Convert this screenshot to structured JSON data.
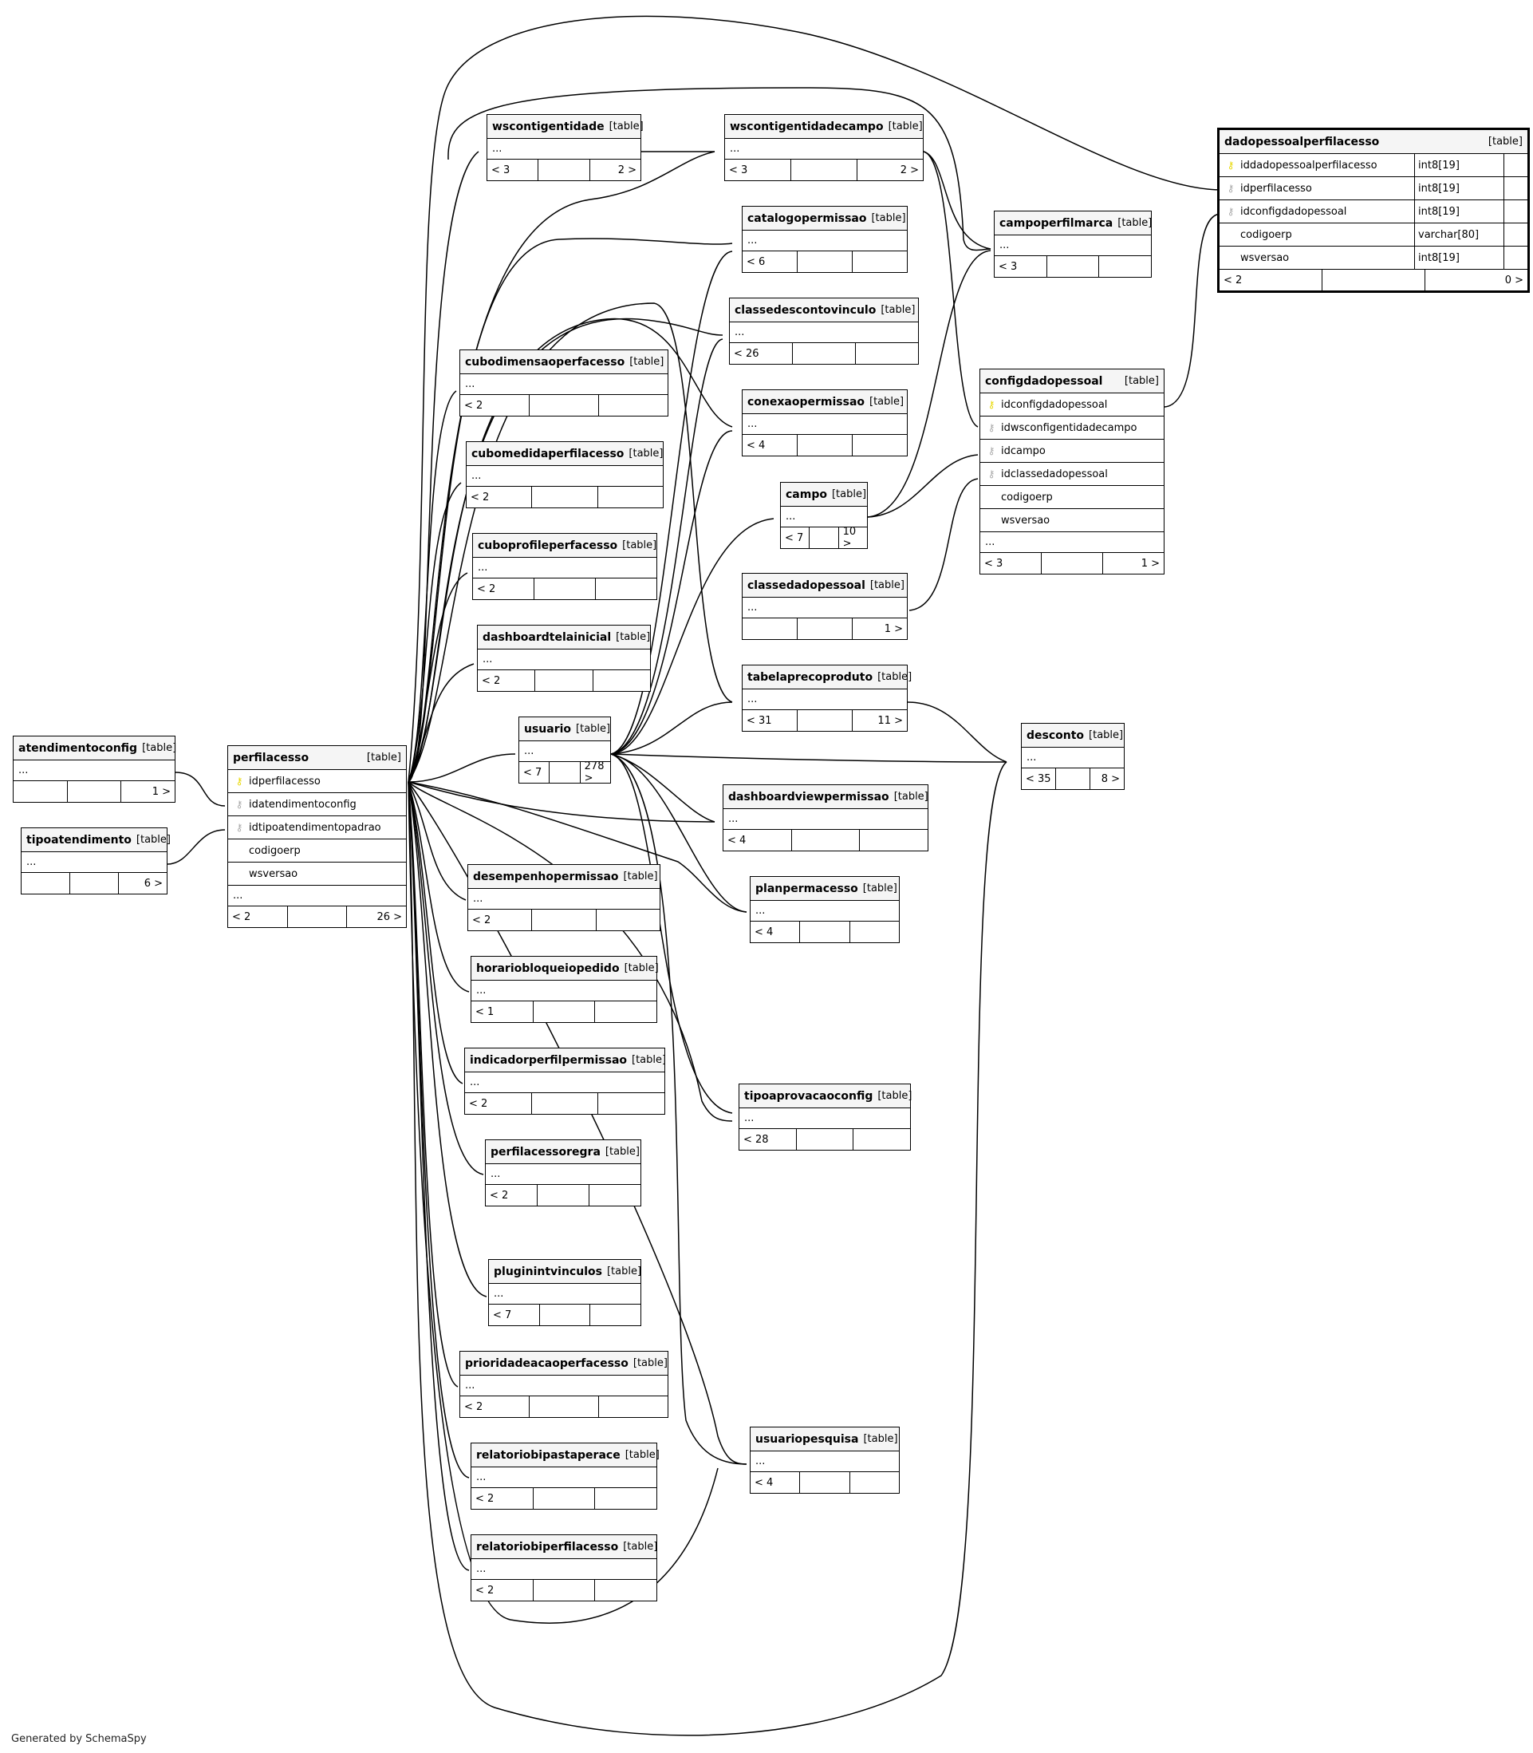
{
  "footer": "Generated by SchemaSpy",
  "tag": "[table]",
  "ellipsis": "...",
  "tables": [
    {
      "id": "atendimentoconfig",
      "name": "atendimentoconfig",
      "cols": [],
      "ell": true,
      "foot": [
        "",
        "",
        "1 >"
      ]
    },
    {
      "id": "tipoatendimento",
      "name": "tipoatendimento",
      "cols": [],
      "ell": true,
      "foot": [
        "",
        "",
        "6 >"
      ]
    },
    {
      "id": "perfilacesso",
      "name": "perfilacesso",
      "cols": [
        {
          "n": "idperfilacesso",
          "k": "pk"
        },
        {
          "n": "idatendimentoconfig",
          "k": "fk"
        },
        {
          "n": "idtipoatendimentopadrao",
          "k": "fk"
        },
        {
          "n": "codigoerp",
          "k": ""
        },
        {
          "n": "wsversao",
          "k": ""
        }
      ],
      "ell": true,
      "foot": [
        "< 2",
        "",
        "26 >"
      ]
    },
    {
      "id": "wscontigentidade",
      "name": "wscontigentidade",
      "cols": [],
      "ell": true,
      "foot": [
        "< 3",
        "",
        "2 >"
      ]
    },
    {
      "id": "wscontigentidadecampo",
      "name": "wscontigentidadecampo",
      "cols": [],
      "ell": true,
      "foot": [
        "< 3",
        "",
        "2 >"
      ]
    },
    {
      "id": "catalogopermissao",
      "name": "catalogopermissao",
      "cols": [],
      "ell": true,
      "foot": [
        "< 6",
        "",
        ""
      ]
    },
    {
      "id": "classedescontovinculo",
      "name": "classedescontovinculo",
      "cols": [],
      "ell": true,
      "foot": [
        "< 26",
        "",
        ""
      ]
    },
    {
      "id": "cubodimensaoperfacesso",
      "name": "cubodimensaoperfacesso",
      "cols": [],
      "ell": true,
      "foot": [
        "< 2",
        "",
        ""
      ]
    },
    {
      "id": "conexaopermissao",
      "name": "conexaopermissao",
      "cols": [],
      "ell": true,
      "foot": [
        "< 4",
        "",
        ""
      ]
    },
    {
      "id": "cubomedidaperfilacesso",
      "name": "cubomedidaperfilacesso",
      "cols": [],
      "ell": true,
      "foot": [
        "< 2",
        "",
        ""
      ]
    },
    {
      "id": "campo",
      "name": "campo",
      "cols": [],
      "ell": true,
      "foot": [
        "< 7",
        "",
        "10 >"
      ]
    },
    {
      "id": "cuboprofileperfacesso",
      "name": "cuboprofileperfacesso",
      "cols": [],
      "ell": true,
      "foot": [
        "< 2",
        "",
        ""
      ]
    },
    {
      "id": "classedadopessoal",
      "name": "classedadopessoal",
      "cols": [],
      "ell": true,
      "foot": [
        "",
        "",
        "1 >"
      ]
    },
    {
      "id": "dashboardtelainicial",
      "name": "dashboardtelainicial",
      "cols": [],
      "ell": true,
      "foot": [
        "< 2",
        "",
        ""
      ]
    },
    {
      "id": "tabelaprecoproduto",
      "name": "tabelaprecoproduto",
      "cols": [],
      "ell": true,
      "foot": [
        "< 31",
        "",
        "11 >"
      ]
    },
    {
      "id": "usuario",
      "name": "usuario",
      "cols": [],
      "ell": true,
      "foot": [
        "< 7",
        "",
        "278 >"
      ]
    },
    {
      "id": "desconto",
      "name": "desconto",
      "cols": [],
      "ell": true,
      "foot": [
        "< 35",
        "",
        "8 >"
      ]
    },
    {
      "id": "dashboardviewpermissao",
      "name": "dashboardviewpermissao",
      "cols": [],
      "ell": true,
      "foot": [
        "< 4",
        "",
        ""
      ]
    },
    {
      "id": "planpermacesso",
      "name": "planpermacesso",
      "cols": [],
      "ell": true,
      "foot": [
        "< 4",
        "",
        ""
      ]
    },
    {
      "id": "desempenhopermissao",
      "name": "desempenhopermissao",
      "cols": [],
      "ell": true,
      "foot": [
        "< 2",
        "",
        ""
      ]
    },
    {
      "id": "horariobloqueiopedido",
      "name": "horariobloqueiopedido",
      "cols": [],
      "ell": true,
      "foot": [
        "< 1",
        "",
        ""
      ]
    },
    {
      "id": "indicadorperfilpermissao",
      "name": "indicadorperfilpermissao",
      "cols": [],
      "ell": true,
      "foot": [
        "< 2",
        "",
        ""
      ]
    },
    {
      "id": "tipoaprovacaoconfig",
      "name": "tipoaprovacaoconfig",
      "cols": [],
      "ell": true,
      "foot": [
        "< 28",
        "",
        ""
      ]
    },
    {
      "id": "perfilacessoregra",
      "name": "perfilacessoregra",
      "cols": [],
      "ell": true,
      "foot": [
        "< 2",
        "",
        ""
      ]
    },
    {
      "id": "pluginintvinculos",
      "name": "pluginintvinculos",
      "cols": [],
      "ell": true,
      "foot": [
        "< 7",
        "",
        ""
      ]
    },
    {
      "id": "prioridadeacaoperfacesso",
      "name": "prioridadeacaoperfacesso",
      "cols": [],
      "ell": true,
      "foot": [
        "< 2",
        "",
        ""
      ]
    },
    {
      "id": "usuariopesquisa",
      "name": "usuariopesquisa",
      "cols": [],
      "ell": true,
      "foot": [
        "< 4",
        "",
        ""
      ]
    },
    {
      "id": "relatoriobipastaperace",
      "name": "relatoriobipastaperace",
      "cols": [],
      "ell": true,
      "foot": [
        "< 2",
        "",
        ""
      ]
    },
    {
      "id": "relatoriobiperfilacesso",
      "name": "relatoriobiperfilacesso",
      "cols": [],
      "ell": true,
      "foot": [
        "< 2",
        "",
        ""
      ]
    },
    {
      "id": "campoperfilmarca",
      "name": "campoperfilmarca",
      "cols": [],
      "ell": true,
      "foot": [
        "< 3",
        "",
        ""
      ]
    },
    {
      "id": "configdadopessoal",
      "name": "configdadopessoal",
      "cols": [
        {
          "n": "idconfigdadopessoal",
          "k": "pk"
        },
        {
          "n": "idwsconfigentidadecampo",
          "k": "fk"
        },
        {
          "n": "idcampo",
          "k": "fk"
        },
        {
          "n": "idclassedadopessoal",
          "k": "fk"
        },
        {
          "n": "codigoerp",
          "k": ""
        },
        {
          "n": "wsversao",
          "k": ""
        }
      ],
      "ell": true,
      "foot": [
        "< 3",
        "",
        "1 >"
      ]
    },
    {
      "id": "dadopessoalperfilacesso",
      "name": "dadopessoalperfilacesso",
      "focus": true,
      "typed": true,
      "cols": [
        {
          "n": "iddadopessoalperfilacesso",
          "k": "pk",
          "t": "int8[19]"
        },
        {
          "n": "idperfilacesso",
          "k": "fk",
          "t": "int8[19]"
        },
        {
          "n": "idconfigdadopessoal",
          "k": "fk",
          "t": "int8[19]"
        },
        {
          "n": "codigoerp",
          "k": "",
          "t": "varchar[80]"
        },
        {
          "n": "wsversao",
          "k": "",
          "t": "int8[19]"
        }
      ],
      "ell": false,
      "foot": [
        "< 2",
        "",
        "0 >"
      ]
    }
  ]
}
